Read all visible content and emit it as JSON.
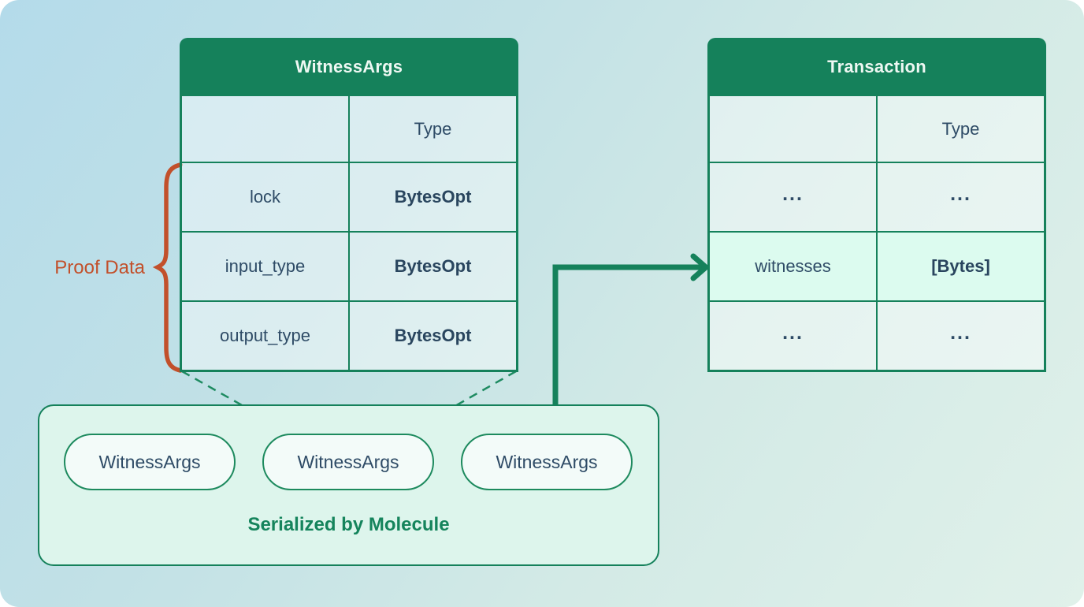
{
  "witness_args_table": {
    "title": "WitnessArgs",
    "type_header": "Type",
    "rows": [
      {
        "field": "lock",
        "type": "BytesOpt"
      },
      {
        "field": "input_type",
        "type": "BytesOpt"
      },
      {
        "field": "output_type",
        "type": "BytesOpt"
      }
    ]
  },
  "transaction_table": {
    "title": "Transaction",
    "type_header": "Type",
    "rows": [
      {
        "field": "...",
        "type": "...",
        "highlighted": false
      },
      {
        "field": "witnesses",
        "type": "[Bytes]",
        "highlighted": true
      },
      {
        "field": "...",
        "type": "...",
        "highlighted": false
      }
    ]
  },
  "proof_data_label": "Proof Data",
  "serialized_box": {
    "pills": [
      "WitnessArgs",
      "WitnessArgs",
      "WitnessArgs"
    ],
    "caption": "Serialized by Molecule"
  },
  "colors": {
    "header_green": "#15815b",
    "border_green": "#15815b",
    "accent_orange": "#c2502b",
    "highlight_mint": "#dcfbef",
    "text_navy": "#2e4b66",
    "background_top_left": "#b4dbea",
    "background_bottom_right": "#e0f1ea"
  }
}
